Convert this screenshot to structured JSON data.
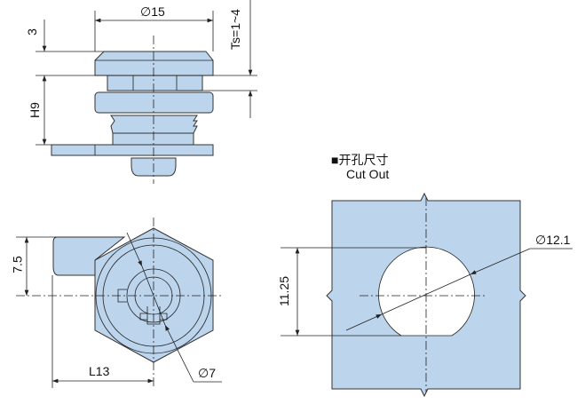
{
  "top_view": {
    "diameter": "∅15",
    "height_cap": "3",
    "height_body": "H9",
    "panel_thickness": "Ts=1~4"
  },
  "front_view": {
    "lever_offset": "7.5",
    "lever_length": "L13",
    "key_diameter": "∅7"
  },
  "cut_out": {
    "title_cn": "■开孔尺寸",
    "title_en": "Cut Out",
    "height": "11.25",
    "diameter": "∅12.1"
  },
  "colors": {
    "fill": "#bcd4ec",
    "line": "#222222"
  }
}
